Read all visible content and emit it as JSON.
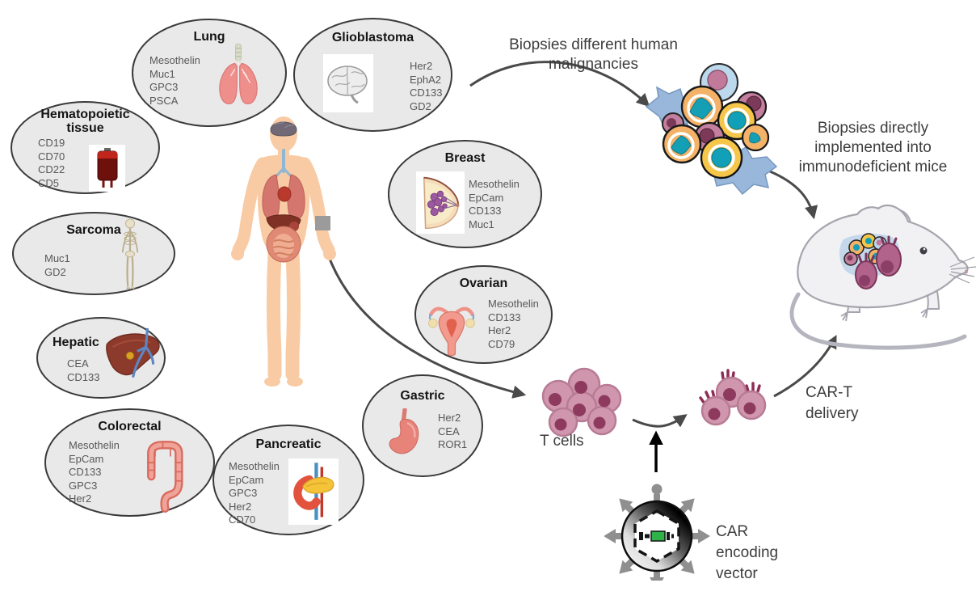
{
  "labels": {
    "biopsies_arrow": "Biopsies different human malignancies",
    "implanted": "Biopsies directly implemented into immunodeficient mice",
    "t_cells": "T cells",
    "car_t_delivery": "CAR-T delivery",
    "car_vector": "CAR encoding vector"
  },
  "nodes": [
    {
      "id": "lung",
      "title": "Lung",
      "icon": "lungs-icon",
      "markers": [
        "Mesothelin",
        "Muc1",
        "GPC3",
        "PSCA"
      ]
    },
    {
      "id": "glioblastoma",
      "title": "Glioblastoma",
      "icon": "brain-icon",
      "markers": [
        "Her2",
        "EphA2",
        "CD133",
        "GD2"
      ]
    },
    {
      "id": "hematopoietic",
      "title": "Hematopoietic tissue",
      "icon": "blood-bag-icon",
      "markers": [
        "CD19",
        "CD70",
        "CD22",
        "CD5"
      ]
    },
    {
      "id": "sarcoma",
      "title": "Sarcoma",
      "icon": "skeleton-icon",
      "markers": [
        "Muc1",
        "GD2"
      ]
    },
    {
      "id": "hepatic",
      "title": "Hepatic",
      "icon": "liver-icon",
      "markers": [
        "CEA",
        "CD133"
      ]
    },
    {
      "id": "colorectal",
      "title": "Colorectal",
      "icon": "colon-icon",
      "markers": [
        "Mesothelin",
        "EpCam",
        "CD133",
        "GPC3",
        "Her2"
      ]
    },
    {
      "id": "pancreatic",
      "title": "Pancreatic",
      "icon": "pancreas-icon",
      "markers": [
        "Mesothelin",
        "EpCam",
        "GPC3",
        "Her2",
        "CD70"
      ]
    },
    {
      "id": "gastric",
      "title": "Gastric",
      "icon": "stomach-icon",
      "markers": [
        "Her2",
        "CEA",
        "ROR1"
      ]
    },
    {
      "id": "breast",
      "title": "Breast",
      "icon": "breast-icon",
      "markers": [
        "Mesothelin",
        "EpCam",
        "CD133",
        "Muc1"
      ]
    },
    {
      "id": "ovarian",
      "title": "Ovarian",
      "icon": "uterus-icon",
      "markers": [
        "Mesothelin",
        "CD133",
        "Her2",
        "CD79"
      ]
    }
  ],
  "colors": {
    "node_fill": "#e9e9e9",
    "node_border": "#3a3a3a",
    "title_text": "#141414",
    "marker_text": "#585858",
    "label_text": "#3d3d3d",
    "arrow": "#4a4a4a",
    "black_arrow": "#000000",
    "t_cell": "#d096ad",
    "t_cell_nucleus": "#8e3a5f",
    "car_receptor": "#8e2c55",
    "vector_gene_green": "#2db34a",
    "tumor_orange": "#f3b268",
    "tumor_yellow": "#f6c64a",
    "tumor_teal": "#159fb5",
    "tumor_mauve": "#c57f9e",
    "stroma_blue": "#94b4d9",
    "mouse_body": "#f1f1f4",
    "mouse_tumor_pink": "#b2638c",
    "skin": "#f8cba4"
  }
}
